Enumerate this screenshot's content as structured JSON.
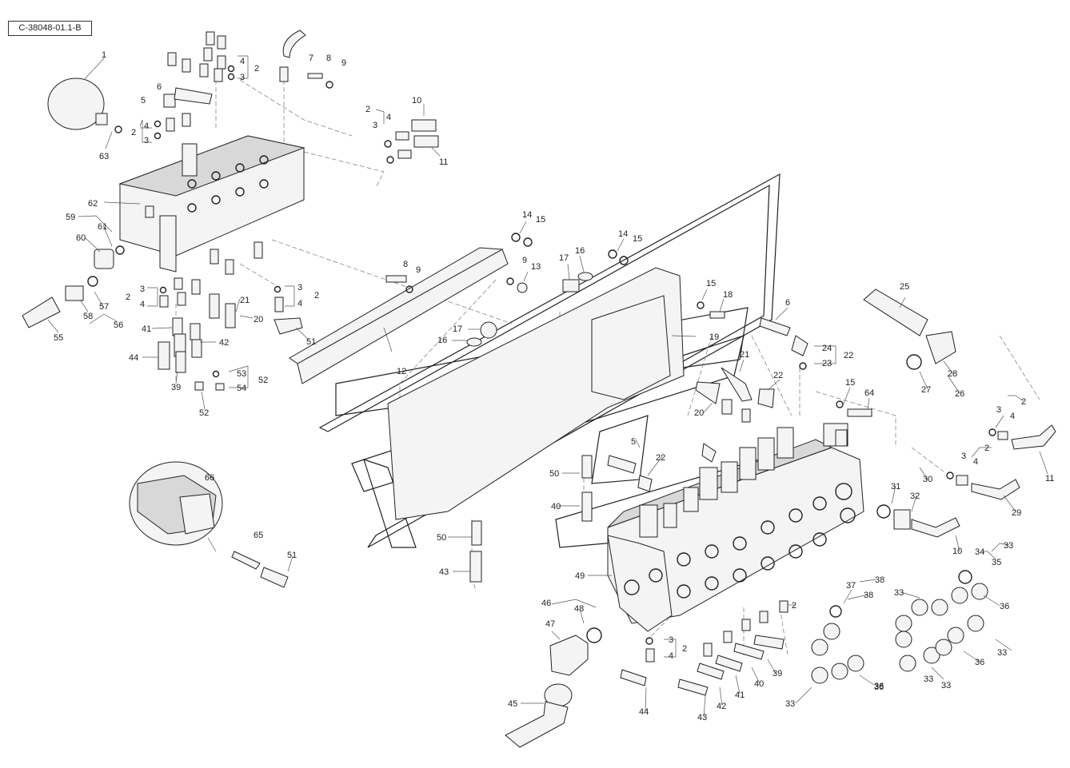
{
  "doc_id": "C-38048-01.1-B",
  "callouts": [
    {
      "id": "c1",
      "text": "1"
    },
    {
      "id": "c2a",
      "text": "2"
    },
    {
      "id": "c3a",
      "text": "3"
    },
    {
      "id": "c4a",
      "text": "4"
    },
    {
      "id": "c5",
      "text": "5"
    },
    {
      "id": "c6a",
      "text": "6"
    },
    {
      "id": "c7",
      "text": "7"
    },
    {
      "id": "c8a",
      "text": "8"
    },
    {
      "id": "c9a",
      "text": "9"
    },
    {
      "id": "c63",
      "text": "63"
    },
    {
      "id": "c2b",
      "text": "2"
    },
    {
      "id": "c4b",
      "text": "4"
    },
    {
      "id": "c3b",
      "text": "3"
    },
    {
      "id": "c2c",
      "text": "2"
    },
    {
      "id": "c10a",
      "text": "10"
    },
    {
      "id": "c3c",
      "text": "3"
    },
    {
      "id": "c4c",
      "text": "4"
    },
    {
      "id": "c11a",
      "text": "11"
    },
    {
      "id": "c62",
      "text": "62"
    },
    {
      "id": "c59",
      "text": "59"
    },
    {
      "id": "c61",
      "text": "61"
    },
    {
      "id": "c60",
      "text": "60"
    },
    {
      "id": "c14a",
      "text": "14"
    },
    {
      "id": "c15a",
      "text": "15"
    },
    {
      "id": "c14b",
      "text": "14"
    },
    {
      "id": "c15b",
      "text": "15"
    },
    {
      "id": "c8b",
      "text": "8"
    },
    {
      "id": "c9b",
      "text": "9"
    },
    {
      "id": "c9c",
      "text": "9"
    },
    {
      "id": "c13",
      "text": "13"
    },
    {
      "id": "c17a",
      "text": "17"
    },
    {
      "id": "c16a",
      "text": "16"
    },
    {
      "id": "c3d",
      "text": "3"
    },
    {
      "id": "c2d",
      "text": "2"
    },
    {
      "id": "c4d",
      "text": "4"
    },
    {
      "id": "c3e",
      "text": "3"
    },
    {
      "id": "c2e",
      "text": "2"
    },
    {
      "id": "c4e",
      "text": "4"
    },
    {
      "id": "c57",
      "text": "57"
    },
    {
      "id": "c58",
      "text": "58"
    },
    {
      "id": "c56",
      "text": "56"
    },
    {
      "id": "c55",
      "text": "55"
    },
    {
      "id": "c21a",
      "text": "21"
    },
    {
      "id": "c20a",
      "text": "20"
    },
    {
      "id": "c41a",
      "text": "41"
    },
    {
      "id": "c42a",
      "text": "42"
    },
    {
      "id": "c44a",
      "text": "44"
    },
    {
      "id": "c51a",
      "text": "51"
    },
    {
      "id": "c15c",
      "text": "15"
    },
    {
      "id": "c18",
      "text": "18"
    },
    {
      "id": "c17b",
      "text": "17"
    },
    {
      "id": "c16b",
      "text": "16"
    },
    {
      "id": "c19",
      "text": "19"
    },
    {
      "id": "c12",
      "text": "12"
    },
    {
      "id": "c53",
      "text": "53"
    },
    {
      "id": "c54",
      "text": "54"
    },
    {
      "id": "c52a",
      "text": "52"
    },
    {
      "id": "c39a",
      "text": "39"
    },
    {
      "id": "c52b",
      "text": "52"
    },
    {
      "id": "c6b",
      "text": "6"
    },
    {
      "id": "c24",
      "text": "24"
    },
    {
      "id": "c23",
      "text": "23"
    },
    {
      "id": "c22a",
      "text": "22"
    },
    {
      "id": "c21b",
      "text": "21"
    },
    {
      "id": "c22b",
      "text": "22"
    },
    {
      "id": "c15d",
      "text": "15"
    },
    {
      "id": "c64",
      "text": "64"
    },
    {
      "id": "c25",
      "text": "25"
    },
    {
      "id": "c28",
      "text": "28"
    },
    {
      "id": "c27",
      "text": "27"
    },
    {
      "id": "c26",
      "text": "26"
    },
    {
      "id": "c20b",
      "text": "20"
    },
    {
      "id": "c2f",
      "text": "2"
    },
    {
      "id": "c3f",
      "text": "3"
    },
    {
      "id": "c4f",
      "text": "4"
    },
    {
      "id": "c11b",
      "text": "11"
    },
    {
      "id": "c5b",
      "text": "5"
    },
    {
      "id": "c22c",
      "text": "22"
    },
    {
      "id": "c2g",
      "text": "2"
    },
    {
      "id": "c3g",
      "text": "3"
    },
    {
      "id": "c4g",
      "text": "4"
    },
    {
      "id": "c30",
      "text": "30"
    },
    {
      "id": "c31",
      "text": "31"
    },
    {
      "id": "c32",
      "text": "32"
    },
    {
      "id": "c29",
      "text": "29"
    },
    {
      "id": "c50a",
      "text": "50"
    },
    {
      "id": "c40a",
      "text": "40"
    },
    {
      "id": "c66",
      "text": "66"
    },
    {
      "id": "c10b",
      "text": "10"
    },
    {
      "id": "c34",
      "text": "34"
    },
    {
      "id": "c33a",
      "text": "33"
    },
    {
      "id": "c35",
      "text": "35"
    },
    {
      "id": "c50b",
      "text": "50"
    },
    {
      "id": "c65",
      "text": "65"
    },
    {
      "id": "c51b",
      "text": "51"
    },
    {
      "id": "c43a",
      "text": "43"
    },
    {
      "id": "c49",
      "text": "49"
    },
    {
      "id": "c37",
      "text": "37"
    },
    {
      "id": "c38a",
      "text": "38"
    },
    {
      "id": "c38b",
      "text": "38"
    },
    {
      "id": "c33b",
      "text": "33"
    },
    {
      "id": "c36a",
      "text": "36"
    },
    {
      "id": "c2h",
      "text": "2"
    },
    {
      "id": "c46",
      "text": "46"
    },
    {
      "id": "c48",
      "text": "48"
    },
    {
      "id": "c47",
      "text": "47"
    },
    {
      "id": "c3h",
      "text": "3"
    },
    {
      "id": "c2i",
      "text": "2"
    },
    {
      "id": "c4h",
      "text": "4"
    },
    {
      "id": "c33c",
      "text": "33"
    },
    {
      "id": "c36b",
      "text": "36"
    },
    {
      "id": "c36c",
      "text": "36"
    },
    {
      "id": "c33d",
      "text": "33"
    },
    {
      "id": "c39b",
      "text": "39"
    },
    {
      "id": "c40b",
      "text": "40"
    },
    {
      "id": "c41b",
      "text": "41"
    },
    {
      "id": "c42b",
      "text": "42"
    },
    {
      "id": "c36d",
      "text": "36"
    },
    {
      "id": "c33e",
      "text": "33"
    },
    {
      "id": "c45",
      "text": "45"
    },
    {
      "id": "c44b",
      "text": "44"
    },
    {
      "id": "c43b",
      "text": "43"
    },
    {
      "id": "c33f",
      "text": "33"
    }
  ]
}
